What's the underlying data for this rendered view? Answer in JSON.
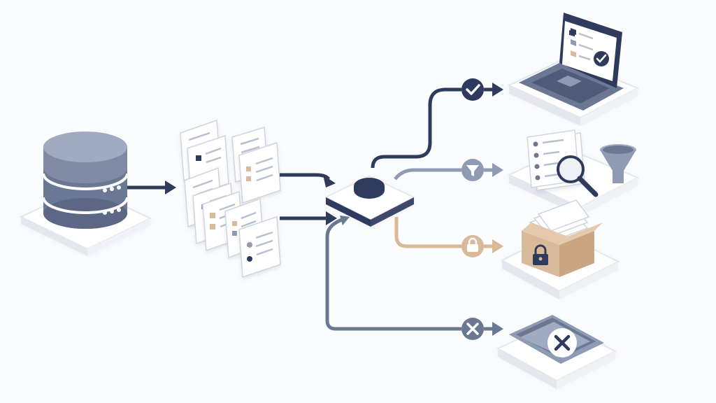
{
  "colors": {
    "navy": "#2e3b5c",
    "slate": "#6b7894",
    "slate_light": "#8f9ab3",
    "tan": "#d8b99a",
    "tan_dark": "#c9a582",
    "platform": "#ffffff",
    "platform_side": "#e3e7ee",
    "doc_line": "#b8c0cf",
    "background": "#fbfcfd"
  },
  "nodes": {
    "source": "database-icon",
    "records": "document-stack-icon",
    "router": "router-hub-icon",
    "out_approved": "laptop-icon",
    "out_filtered": "document-search-icon",
    "out_locked": "archive-box-icon",
    "out_rejected": "reject-tray-icon"
  },
  "routes": [
    {
      "id": "approved",
      "badge": "check-icon",
      "color": "navy"
    },
    {
      "id": "filtered",
      "badge": "filter-icon",
      "color": "slate_light"
    },
    {
      "id": "locked",
      "badge": "lock-icon",
      "color": "tan"
    },
    {
      "id": "rejected",
      "badge": "x-icon",
      "color": "slate"
    }
  ]
}
